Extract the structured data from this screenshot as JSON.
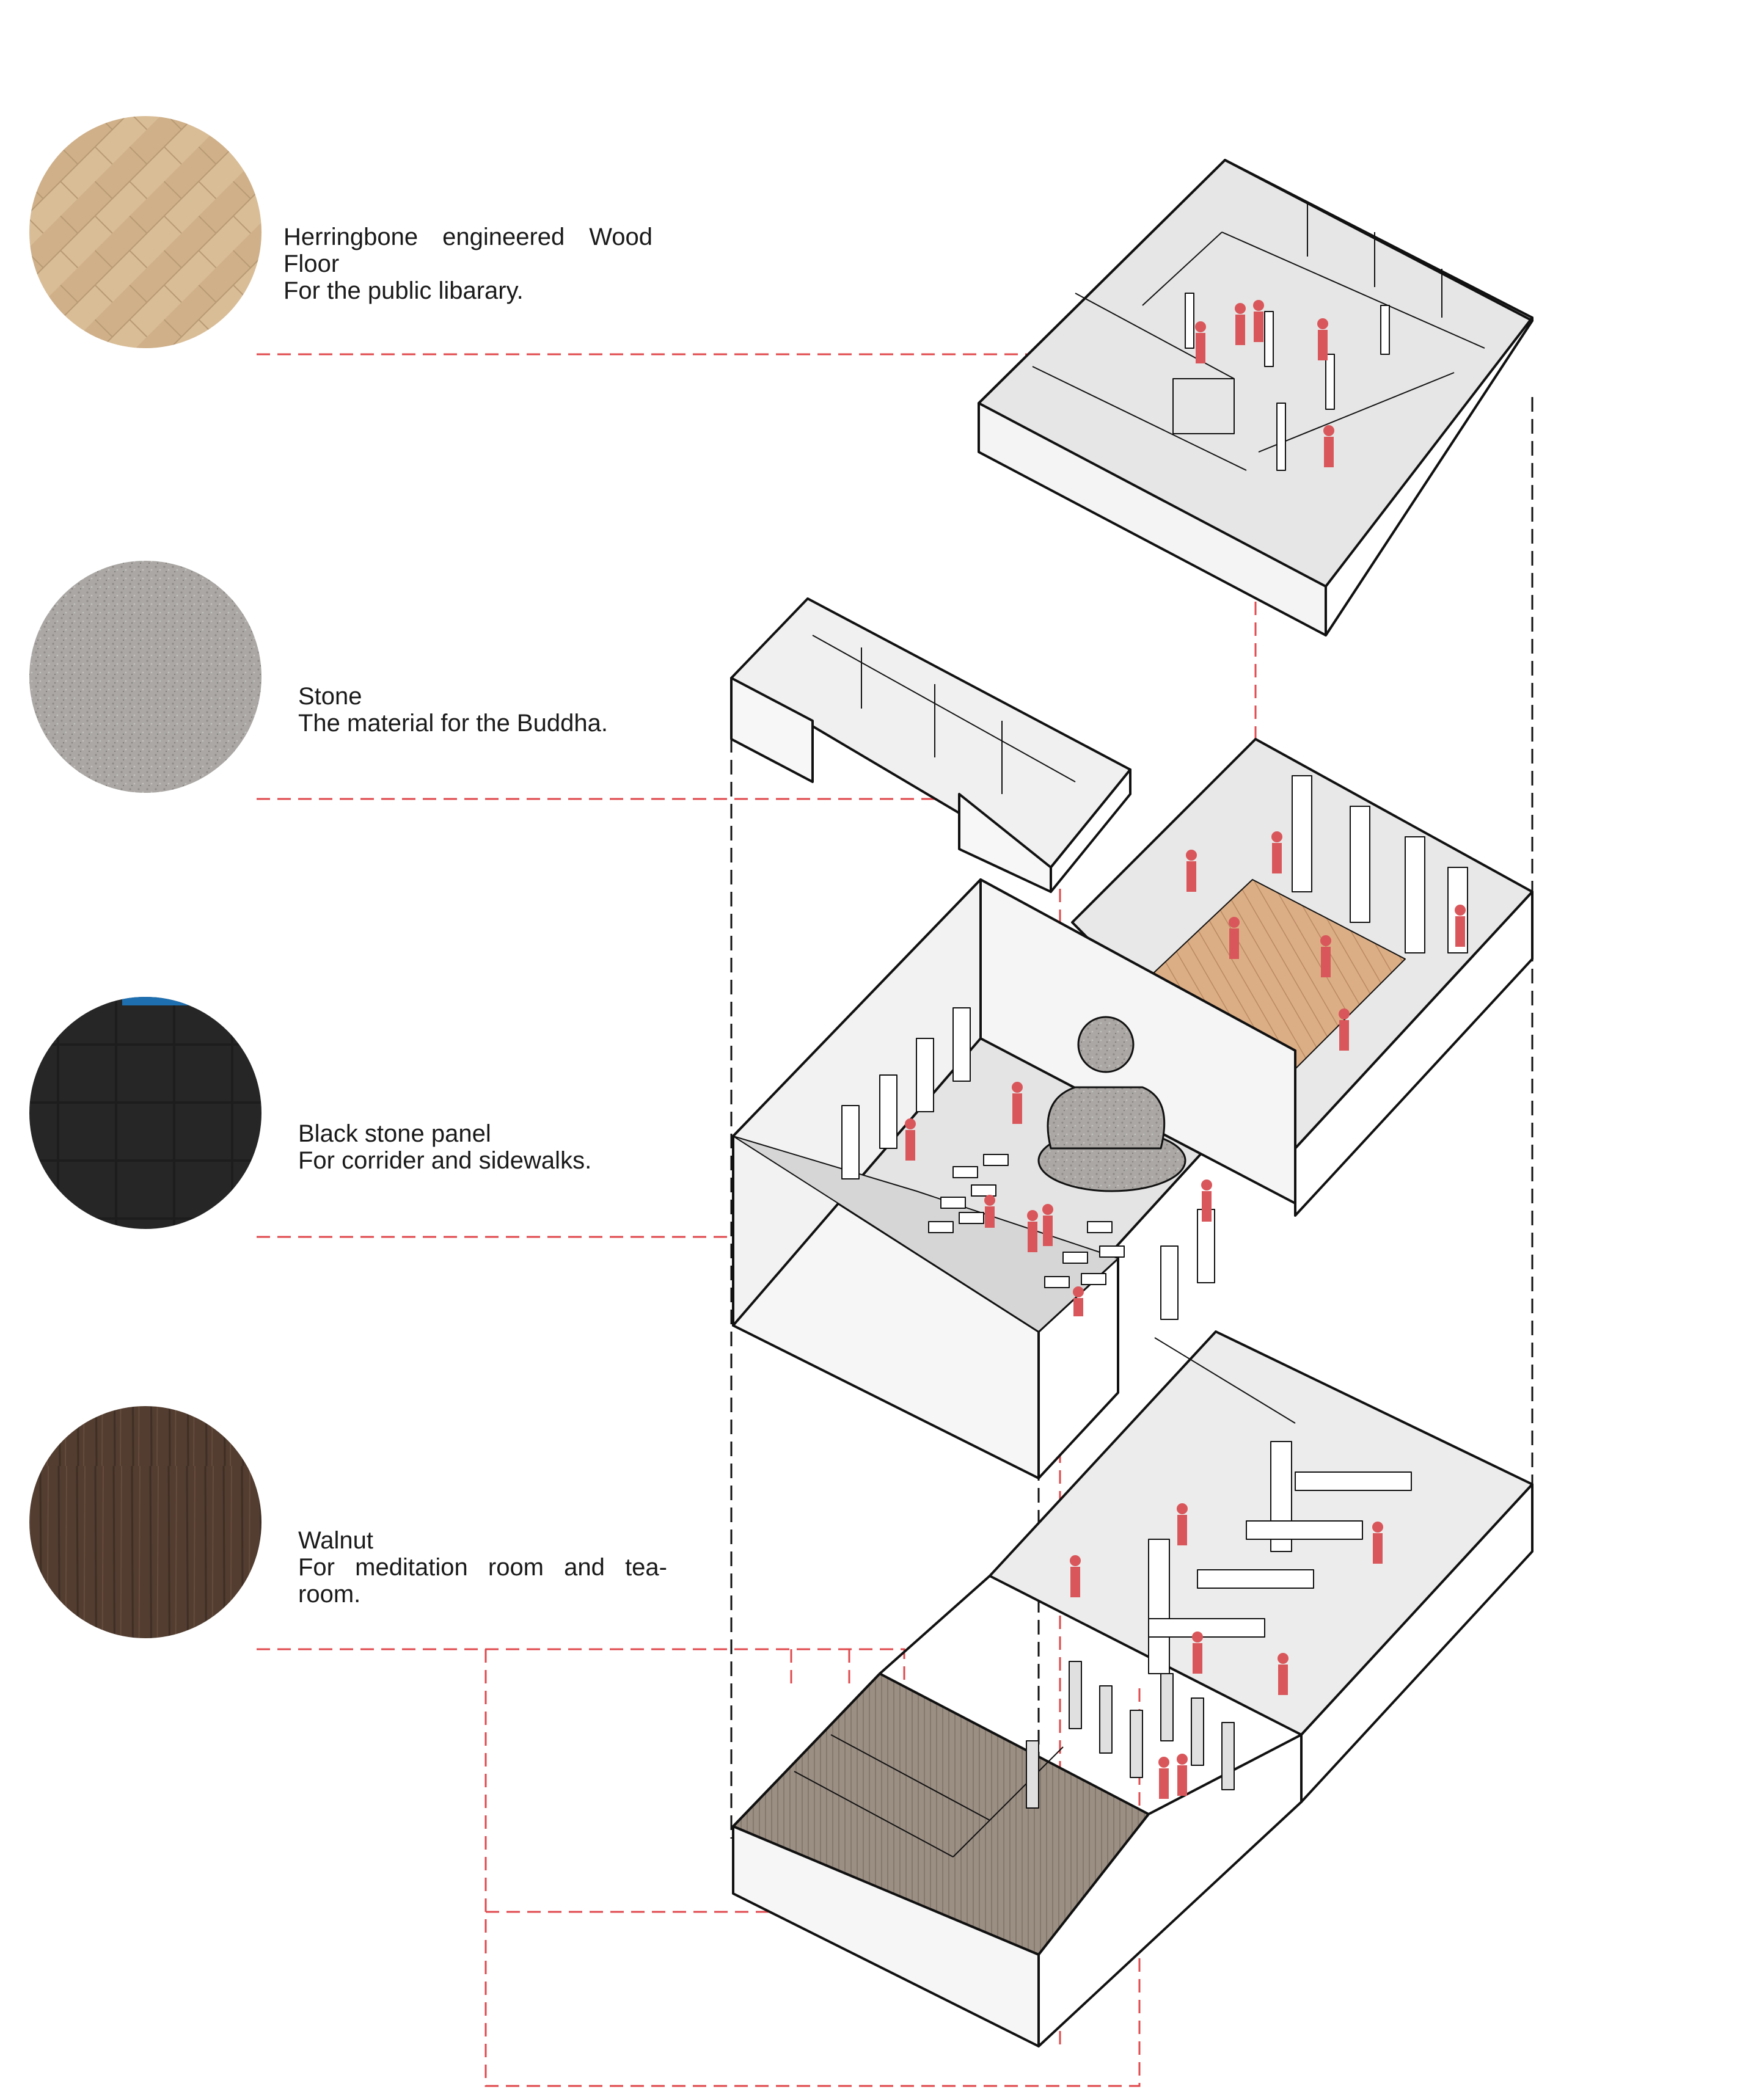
{
  "materials": [
    {
      "name": "Herringbone engineered Wood Floor",
      "desc": "For the public libarary.",
      "swatch": "herringbone-wood",
      "color": "#d8bc94"
    },
    {
      "name": "Stone",
      "desc": "The material for the Buddha.",
      "swatch": "stone",
      "color": "#a9a6a3"
    },
    {
      "name": "Black stone panel",
      "desc": "For corrider and sidewalks.",
      "swatch": "black-stone",
      "color": "#1f1f1f"
    },
    {
      "name": "Walnut",
      "desc": "For meditation room and tea-room.",
      "swatch": "walnut",
      "color": "#4e3a2e"
    }
  ],
  "colors": {
    "leader_line": "#e0484c",
    "figure": "#d9575b",
    "wall": "#f4f4f4",
    "floor": "#e3e3e3",
    "outline": "#111111",
    "walnut_panel": "#8f8379",
    "wood_floor": "#d9ab7f"
  },
  "levels": [
    "library-level",
    "upper-annex-level",
    "buddha-hall-level",
    "tea-room-level"
  ]
}
